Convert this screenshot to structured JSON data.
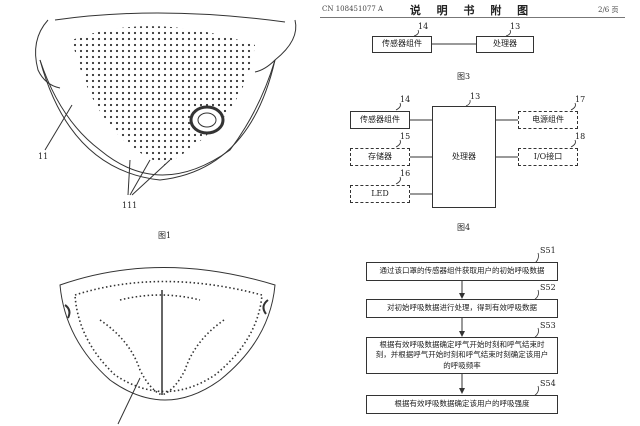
{
  "header": {
    "patent_no": "CN 108451077 A",
    "title": "说 明 书 附 图",
    "page": "2/6 页"
  },
  "figure1": {
    "caption": "图1",
    "labels": {
      "body": "11",
      "holes": "111"
    }
  },
  "figure3": {
    "caption": "图3",
    "sensor": {
      "num": "14",
      "label": "传感器组件"
    },
    "processor": {
      "num": "13",
      "label": "处理器"
    }
  },
  "figure4": {
    "caption": "图4",
    "sensor": {
      "num": "14",
      "label": "传感器组件"
    },
    "storage": {
      "num": "15",
      "label": "存储器"
    },
    "led": {
      "num": "16",
      "label": "LED"
    },
    "processor": {
      "num": "13",
      "label": "处理器"
    },
    "power": {
      "num": "17",
      "label": "电源组件"
    },
    "io": {
      "num": "18",
      "label": "I/O接口"
    }
  },
  "flowchart": {
    "steps": [
      {
        "id": "S51",
        "text": "通过该口罩的传感器组件获取用户的初始呼吸数据"
      },
      {
        "id": "S52",
        "text": "对初始呼吸数据进行处理，得到有效呼吸数据"
      },
      {
        "id": "S53",
        "text": "根据有效呼吸数据确定呼气开始时刻和呼气结束时刻，并根据呼气开始时刻和呼气结束时刻确定该用户的呼吸频率"
      },
      {
        "id": "S54",
        "text": "根据有效呼吸数据确定该用户的呼吸强度"
      }
    ]
  }
}
